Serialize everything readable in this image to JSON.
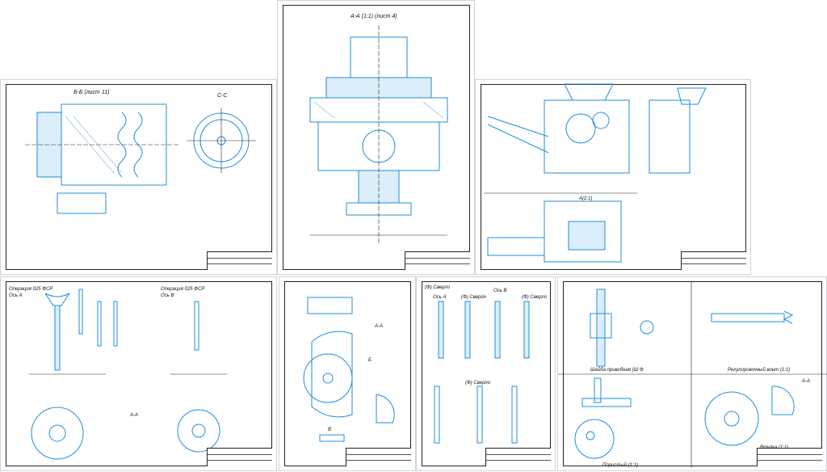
{
  "sheets": {
    "section_bb": {
      "title": "Б-Б (лист 11)",
      "view": "С-С"
    },
    "section_aa": {
      "title": "А-А (1:1) (лист 4)"
    },
    "assembly": {
      "view": "А(2:1)"
    },
    "op_a": {
      "title": "Операция 025 ФСР",
      "sub": "Ось А",
      "view": "А-А"
    },
    "op_b": {
      "title": "Операция 025 ФСР",
      "sub": "Ось В"
    },
    "knife": {
      "view": "А-А",
      "side": "Б",
      "detail": "В"
    },
    "tools": {
      "title": "(Ф) Сверло",
      "labels": [
        "Ось А",
        "(Ф) Сверло",
        "Ось В",
        "(Ф) Сверло",
        "(Ф) Сверло"
      ]
    },
    "parts": {
      "p1": "Шайба приводная (Ш Ф",
      "p2": "Регулировочный винт (1:1)",
      "p3": "Пористый (1:1)",
      "p4": "Втулка (1:1)",
      "view": "А-А"
    }
  }
}
